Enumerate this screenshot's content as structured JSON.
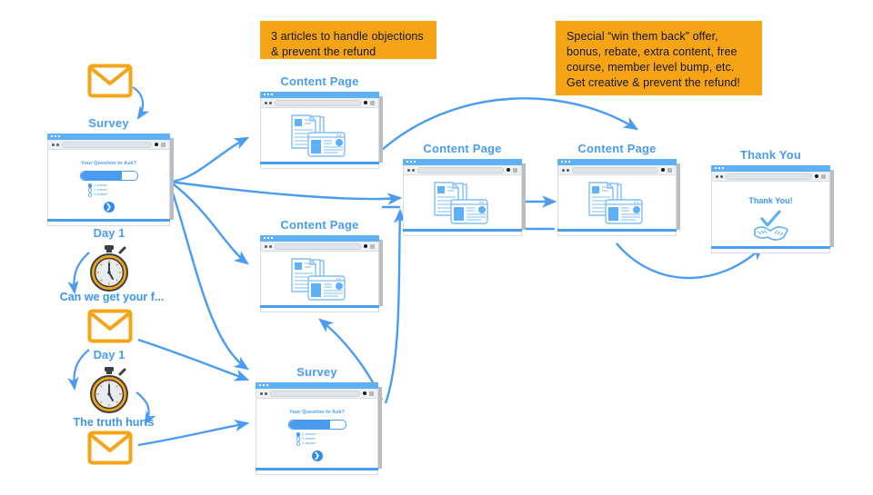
{
  "diagram": {
    "accent_blue": "#4A9BF2",
    "arrow_blue": "#4A9BF2",
    "orange": "#F5A416",
    "envelope_orange": "#F5A416",
    "background": "#FFFFFF"
  },
  "callouts": [
    {
      "id": "callout-articles",
      "text": "3 articles to handle objections\n& prevent the refund"
    },
    {
      "id": "callout-offer",
      "text": "Special “win them back” offer,\nbonus, rebate, extra content, free\ncourse, member level bump, etc.\nGet creative & prevent the refund!"
    }
  ],
  "nodes": {
    "survey_top": {
      "title": "Survey",
      "question": "Your Question to Ask?",
      "options": [
        "1. Answer",
        "2. Answer",
        "3. Answer"
      ],
      "submit": "❯"
    },
    "survey_bottom": {
      "title": "Survey",
      "question": "Your Question to Ask?",
      "options": [
        "1. Answer",
        "2. Answer",
        "3. Answer"
      ],
      "submit": "❯"
    },
    "content_page_1": {
      "title": "Content Page"
    },
    "content_page_2": {
      "title": "Content Page"
    },
    "content_page_3": {
      "title": "Content Page"
    },
    "content_page_4": {
      "title": "Content Page"
    },
    "thank_you": {
      "title": "Thank You",
      "heading": "Thank You!"
    }
  },
  "labels": {
    "day_1_first": "Day 1",
    "day_1_second": "Day 1",
    "email_1": "Can we get your f...",
    "email_2": "The truth hurts"
  },
  "icons": {
    "envelope_1": "envelope-icon",
    "envelope_2": "envelope-icon",
    "envelope_3": "envelope-icon",
    "stopwatch_1": "stopwatch-icon",
    "stopwatch_2": "stopwatch-icon",
    "handshake": "handshake-check-icon"
  }
}
